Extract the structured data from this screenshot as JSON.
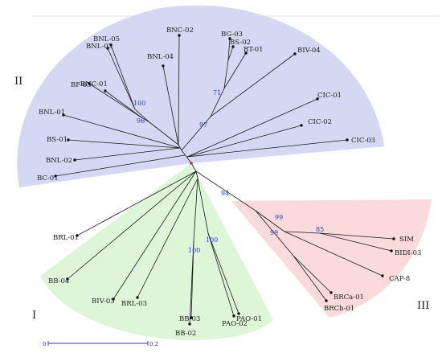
{
  "colors": {
    "clade_II": "#d6d8f3",
    "clade_I": "#dff5d8",
    "clade_III": "#fadada",
    "bootstrap": "#2b3ac8",
    "branch": "#1a1a1a"
  },
  "groups": [
    {
      "id": "g2",
      "label": "II"
    },
    {
      "id": "g1",
      "label": "I"
    },
    {
      "id": "g3",
      "label": "III"
    }
  ],
  "leaves": [
    {
      "id": "l_bnc02",
      "label": "BNC-02"
    },
    {
      "id": "l_bg03",
      "label": "BG-03"
    },
    {
      "id": "l_bs02",
      "label": "BS-02"
    },
    {
      "id": "l_bt01",
      "label": "BT-01"
    },
    {
      "id": "l_biv04",
      "label": "BIV-04"
    },
    {
      "id": "l_bnl05",
      "label": "BNL-05"
    },
    {
      "id": "l_bnl03",
      "label": "BNL-03"
    },
    {
      "id": "l_bnl04",
      "label": "BNL-04"
    },
    {
      "id": "l_bf03",
      "label": "BF-03"
    },
    {
      "id": "l_bnc01",
      "label": "BNC-01"
    },
    {
      "id": "l_bnl01",
      "label": "BNL-01"
    },
    {
      "id": "l_bs01",
      "label": "BS-01"
    },
    {
      "id": "l_bnl02",
      "label": "BNL-02"
    },
    {
      "id": "l_bc01",
      "label": "BC-01"
    },
    {
      "id": "l_cic01",
      "label": "CIC-01"
    },
    {
      "id": "l_cic02",
      "label": "CIC-02"
    },
    {
      "id": "l_cic03",
      "label": "CIC-03"
    },
    {
      "id": "l_brl01",
      "label": "BRL-01"
    },
    {
      "id": "l_bb04",
      "label": "BB-04"
    },
    {
      "id": "l_biv03",
      "label": "BIV-03"
    },
    {
      "id": "l_brl03",
      "label": "BRL-03"
    },
    {
      "id": "l_bb03",
      "label": "BB-03"
    },
    {
      "id": "l_bb02",
      "label": "BB-02"
    },
    {
      "id": "l_pao01",
      "label": "PAO-01"
    },
    {
      "id": "l_pao02",
      "label": "PAO-02"
    },
    {
      "id": "l_sim",
      "label": "SIM"
    },
    {
      "id": "l_bidi03",
      "label": "BIDI-03"
    },
    {
      "id": "l_cap8",
      "label": "CAP-8"
    },
    {
      "id": "l_brca01",
      "label": "BRCa-01"
    },
    {
      "id": "l_brcb01",
      "label": "BRCb-01"
    }
  ],
  "bootstrap": [
    {
      "id": "b_71",
      "label": "71"
    },
    {
      "id": "b_100a",
      "label": "100"
    },
    {
      "id": "b_96",
      "label": "96"
    },
    {
      "id": "b_97",
      "label": "97"
    },
    {
      "id": "b_94",
      "label": "94"
    },
    {
      "id": "b_99a",
      "label": "99"
    },
    {
      "id": "b_85",
      "label": "85"
    },
    {
      "id": "b_99b",
      "label": "99"
    },
    {
      "id": "b_100b",
      "label": "100"
    },
    {
      "id": "b_100c",
      "label": "100"
    }
  ],
  "scale": {
    "start": "0",
    "end": "0.2"
  }
}
